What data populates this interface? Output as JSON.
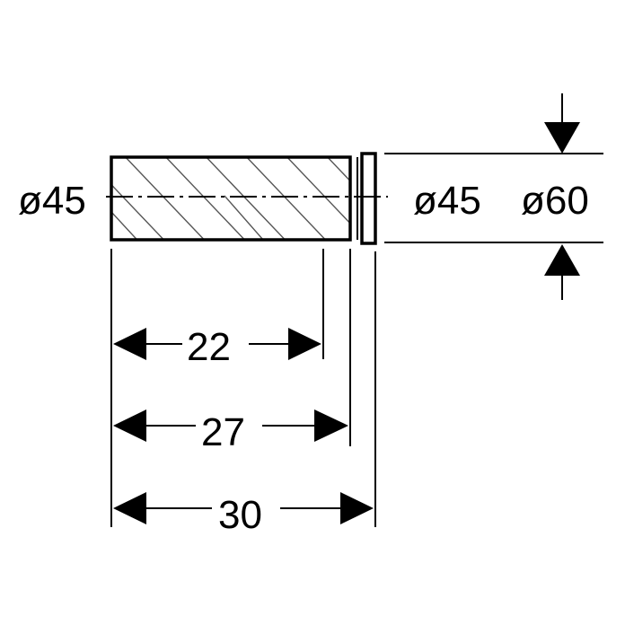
{
  "colors": {
    "ink": "#000000",
    "paper": "#ffffff",
    "hatch": "#555555"
  },
  "labels": {
    "left_diameter": "ø45",
    "right_inner_diameter": "ø45",
    "right_outer_diameter": "ø60",
    "dim_22": "22",
    "dim_27": "27",
    "dim_30": "30"
  }
}
